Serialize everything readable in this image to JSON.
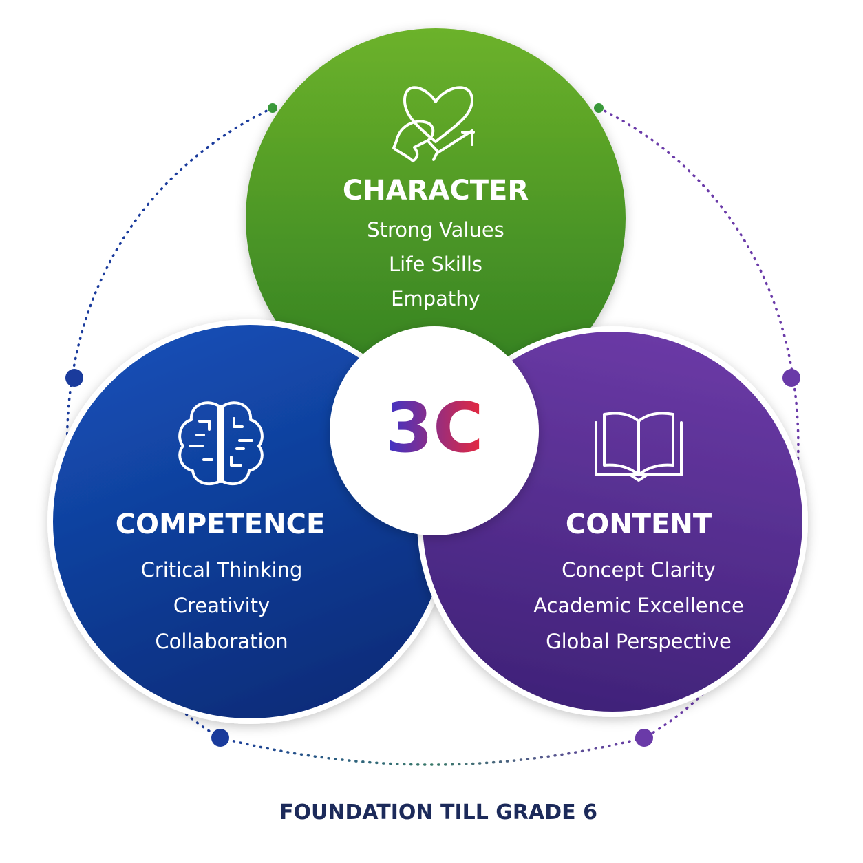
{
  "center": {
    "label": "3C",
    "gradient_start": "#3b33c9",
    "gradient_end": "#e8283c"
  },
  "circles": {
    "character": {
      "title": "CHARACTER",
      "items": [
        "Strong Values",
        "Life Skills",
        "Empathy"
      ],
      "icon": "heart-hands-icon",
      "color_light": "#6cb22a",
      "color_dark": "#2f7d22"
    },
    "competence": {
      "title": "COMPETENCE",
      "items": [
        "Critical Thinking",
        "Creativity",
        "Collaboration"
      ],
      "icon": "brain-icon",
      "color_light": "#1550b8",
      "color_dark": "#0a2c7a"
    },
    "content": {
      "title": "CONTENT",
      "items": [
        "Concept Clarity",
        "Academic Excellence",
        "Global Perspective"
      ],
      "icon": "open-book-icon",
      "color_light": "#6b3aa6",
      "color_dark": "#3f2278"
    }
  },
  "footer": {
    "label": "FOUNDATION TILL GRADE 6",
    "color": "#1c2a5a"
  },
  "ring": {
    "color_left": "#1a3b9c",
    "color_right": "#6a3aa8",
    "color_top": "#3a9a3a"
  }
}
